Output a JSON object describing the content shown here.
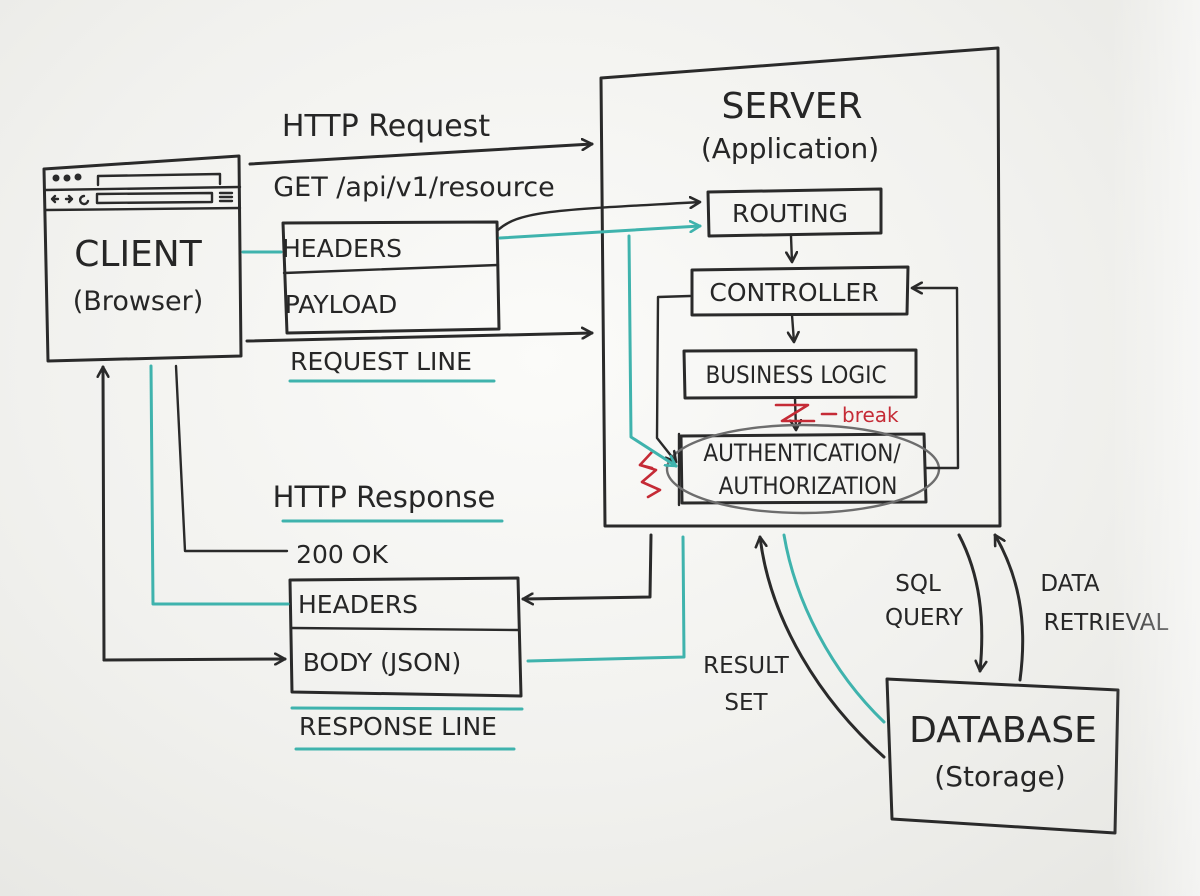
{
  "server": {
    "title": "SERVER",
    "subtitle": "(Application)"
  },
  "client": {
    "title": "CLIENT",
    "subtitle": "(Browser)"
  },
  "database": {
    "title": "DATABASE",
    "subtitle": "(Storage)"
  },
  "request": {
    "heading": "HTTP Request",
    "request_target": "GET /api/v1/resource",
    "headers": "HEADERS",
    "payload": "PAYLOAD",
    "line_label": "REQUEST LINE"
  },
  "response": {
    "heading": "HTTP Response",
    "status": "200 OK",
    "headers": "HEADERS",
    "body": "BODY (JSON)",
    "line_label": "RESPONSE LINE"
  },
  "server_components": {
    "routing": "ROUTING",
    "controller": "CONTROLLER",
    "business_logic": "BUSINESS LOGIC",
    "break_note": "break",
    "auth_line1": "AUTHENTICATION/",
    "auth_line2": "AUTHORIZATION"
  },
  "db_flow": {
    "sql_query_line1": "SQL",
    "sql_query_line2": "QUERY",
    "retrieval_line1": "DATA",
    "retrieval_line2": "RETRIEVAL",
    "result_line1": "RESULT",
    "result_line2": "SET"
  },
  "colors": {
    "ink": "#2a2a2a",
    "teal": "#3fb3ad",
    "red": "#c52b36"
  },
  "icons": [
    "browser-window-icon",
    "lightning-icon"
  ]
}
